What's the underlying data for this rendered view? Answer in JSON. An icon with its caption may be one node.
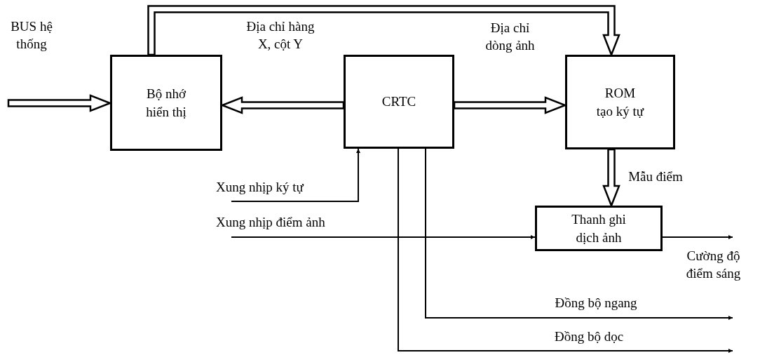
{
  "diagram": {
    "nodes": [
      {
        "text": [
          "Bộ nhớ hiển thị"
        ]
      },
      {
        "text": [
          "CRTC"
        ]
      },
      {
        "text": [
          "ROM tạo ký tự"
        ]
      },
      {
        "text": [
          "Thanh ghi dịch ảnh"
        ]
      }
    ],
    "edges": [
      {
        "from": null,
        "to": 0,
        "arrow": "to",
        "label": "BUS hệ thống",
        "style": "thick"
      },
      {
        "from": 0,
        "to": 2,
        "arrow": "to",
        "style": "thick"
      },
      {
        "from": 1,
        "to": 0,
        "arrow": "to",
        "label": "Địa chỉ hàng X, cột Y",
        "style": "thick"
      },
      {
        "from": 1,
        "to": 2,
        "arrow": "to",
        "label": "Địa chỉ dòng ảnh",
        "style": "thick"
      },
      {
        "from": 2,
        "to": 3,
        "arrow": "to",
        "label": "Mẫu điểm",
        "style": "thick"
      },
      {
        "from": null,
        "to": 1,
        "arrow": "to",
        "label": "Xung nhịp ký tự"
      },
      {
        "from": null,
        "to": 3,
        "arrow": "to",
        "label": "Xung nhịp điểm ảnh"
      },
      {
        "from": 3,
        "to": null,
        "arrow": "to",
        "label": "Cường độ điểm sáng"
      },
      {
        "from": 1,
        "to": null,
        "arrow": "to",
        "label": "Đồng bộ ngang"
      },
      {
        "from": 1,
        "to": null,
        "arrow": "to",
        "label": "Đồng bộ dọc"
      }
    ]
  }
}
